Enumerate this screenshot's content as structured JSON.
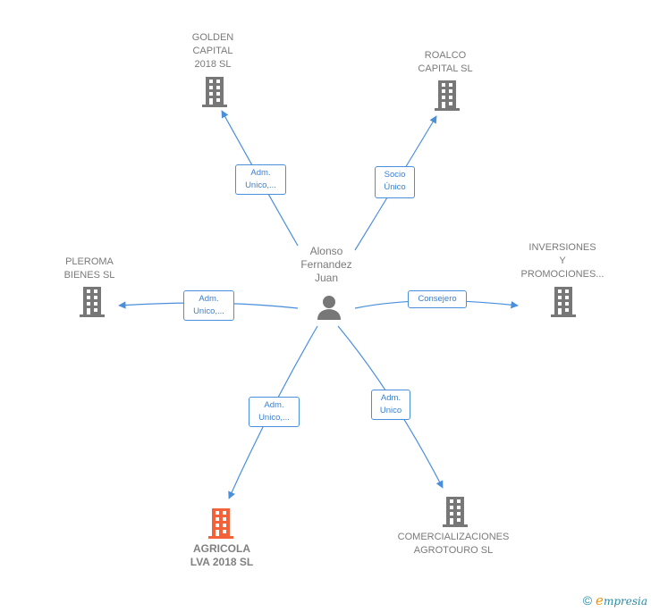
{
  "center": {
    "name": "Alonso\nFernandez\nJuan",
    "icon": "person-icon"
  },
  "companies": [
    {
      "id": "golden",
      "name": "GOLDEN\nCAPITAL\n2018  SL",
      "icon": "building-icon",
      "highlight": false
    },
    {
      "id": "roalco",
      "name": "ROALCO\nCAPITAL  SL",
      "icon": "building-icon",
      "highlight": false
    },
    {
      "id": "pleroma",
      "name": "PLEROMA\nBIENES  SL",
      "icon": "building-icon",
      "highlight": false
    },
    {
      "id": "inversiones",
      "name": "INVERSIONES\nY\nPROMOCIONES...",
      "icon": "building-icon",
      "highlight": false
    },
    {
      "id": "agricola",
      "name": "AGRICOLA\nLVA 2018  SL",
      "icon": "building-icon",
      "highlight": true
    },
    {
      "id": "comercializaciones",
      "name": "COMERCIALIZACIONES\nAGROTOURO SL",
      "icon": "building-icon",
      "highlight": false
    }
  ],
  "relations": [
    {
      "to": "golden",
      "label": "Adm.\nUnico,..."
    },
    {
      "to": "roalco",
      "label": "Socio\nÚnico"
    },
    {
      "to": "pleroma",
      "label": "Adm.\nUnico,..."
    },
    {
      "to": "inversiones",
      "label": "Consejero"
    },
    {
      "to": "agricola",
      "label": "Adm.\nUnico,..."
    },
    {
      "to": "comercializaciones",
      "label": "Adm.\nUnico"
    }
  ],
  "colors": {
    "edge": "#4a8fdc",
    "building": "#777777",
    "highlight": "#f4623a",
    "text": "#7a7a7a"
  },
  "footer": {
    "copyright": "©",
    "brand_initial": "e",
    "brand_rest": "mpresia"
  }
}
